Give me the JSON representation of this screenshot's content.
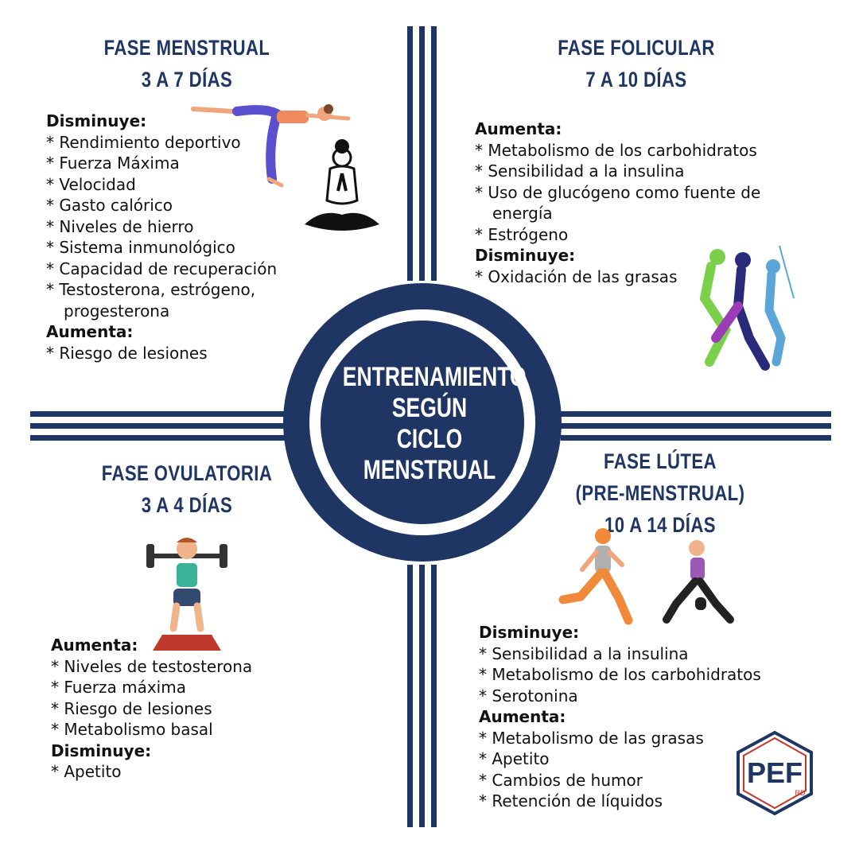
{
  "center": {
    "lines": [
      "ENTRENAMIENTO",
      "SEGÚN",
      "CICLO",
      "MENSTRUAL"
    ]
  },
  "phases": {
    "menstrual": {
      "title": "FASE MENSTRUAL",
      "duration": "3 A 7 DÍAS",
      "groups": [
        {
          "label": "Disminuye:",
          "items": [
            "* Rendimiento deportivo",
            "* Fuerza Máxima",
            "* Velocidad",
            "* Gasto calórico",
            "* Niveles de hierro",
            "* Sistema inmunológico",
            "* Capacidad de recuperación",
            "* Testosterona, estrógeno,"
          ],
          "continuation": "progesterona"
        },
        {
          "label": "Aumenta:",
          "items": [
            "* Riesgo de lesiones"
          ]
        }
      ]
    },
    "folicular": {
      "title": "FASE FOLICULAR",
      "duration": "7 A 10 DÍAS",
      "groups": [
        {
          "label": "Aumenta:",
          "items": [
            "* Metabolismo de los carbohidratos",
            "* Sensibilidad a la insulina",
            "* Uso de glucógeno como fuente de"
          ],
          "continuation": "energía",
          "items_after": [
            "* Estrógeno"
          ]
        },
        {
          "label": "Disminuye:",
          "items": [
            "* Oxidación de las grasas"
          ]
        }
      ]
    },
    "ovulatoria": {
      "title": "FASE OVULATORIA",
      "duration": "3 A 4 DÍAS",
      "groups": [
        {
          "label": "Aumenta:",
          "items": [
            "* Niveles de testosterona",
            "* Fuerza máxima",
            "* Riesgo de lesiones",
            "* Metabolismo basal"
          ]
        },
        {
          "label": "Disminuye:",
          "items": [
            "* Apetito"
          ]
        }
      ]
    },
    "lutea": {
      "title": "FASE LÚTEA",
      "subtitle": "(PRE-MENSTRUAL)",
      "duration": "10 A 14 DÍAS",
      "groups": [
        {
          "label": "Disminuye:",
          "items": [
            "* Sensibilidad a la insulina",
            "* Metabolismo de los carbohidratos",
            "* Serotonina"
          ]
        },
        {
          "label": "Aumenta:",
          "items": [
            "* Metabolismo de las grasas",
            "* Apetito",
            "* Cambios de humor",
            "* Retención de líquidos"
          ]
        }
      ]
    }
  },
  "logo": {
    "text": "PEF",
    "badge": "RD"
  },
  "colors": {
    "navy": "#1f3563",
    "white": "#ffffff",
    "logo_red": "#c0392b"
  }
}
